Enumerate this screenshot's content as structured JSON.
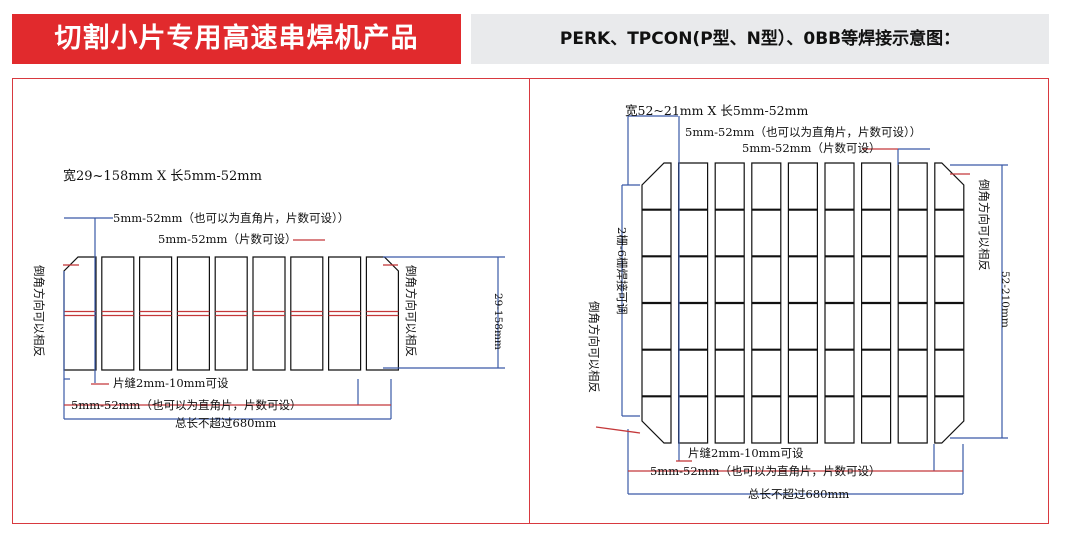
{
  "header": {
    "left_title": "切割小片专用高速串焊机产品",
    "right_title": "PERK、TPCON(P型、N型）、0BB等焊接示意图："
  },
  "left_diagram": {
    "width_label": "宽29~158mm X 长5mm-52mm",
    "top_dim_1": "5mm-52mm（也可以为直角片，片数可设））",
    "top_dim_2": "5mm-52mm（片数可设）",
    "chamfer_left": "倒角方向可以相反",
    "chamfer_right": "倒角方向可以相反",
    "height_label": "29-158mm",
    "gap_label": "片缝2mm-10mm可设",
    "bottom_dim": "5mm-52mm（也可以为直角片，片数可设）",
    "total_length": "总长不超过680mm",
    "columns": 9,
    "rows": 2
  },
  "right_diagram": {
    "width_label": "宽52~21mm X 长5mm-52mm",
    "top_dim_1": "5mm-52mm（也可以为直角片，片数可设））",
    "top_dim_2": "5mm-52mm（片数可设）",
    "chamfer_right": "倒角方向可以相反",
    "height_label": "52-210mm",
    "grid_label": "2栅-6栅焊接可调",
    "chamfer_left": "倒角方向可以相反",
    "gap_label": "片缝2mm-10mm可设",
    "bottom_dim": "5mm-52mm（也可以为直角片，片数可设）",
    "total_length": "总长不超过680mm",
    "columns": 9,
    "rows": 6
  }
}
